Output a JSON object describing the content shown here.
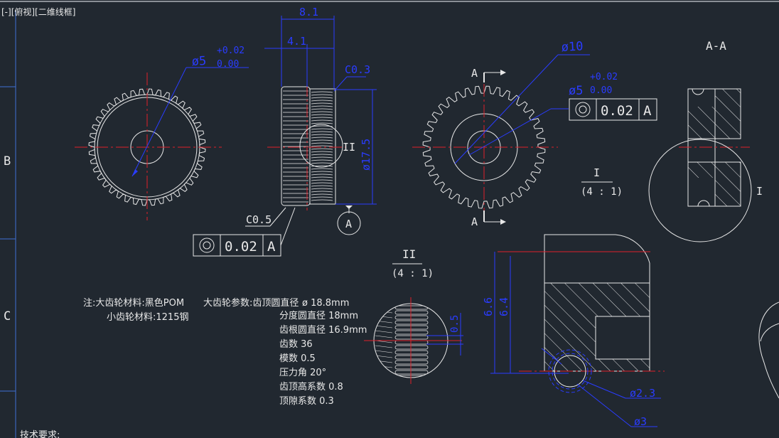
{
  "viewport_label": "[-][俯视][二维线框]",
  "frame": {
    "row_labels": [
      "B",
      "C"
    ]
  },
  "colors": {
    "background": "#212830",
    "outline": "#e8e8e8",
    "dimension": "#2a3cff",
    "centerline": "#e0202a",
    "hatch": "#e8e8e8",
    "frame": "#3e6fd6"
  },
  "gear_side": {
    "bore_dim": "ø5",
    "tol_upper": "+0.02",
    "tol_lower": "0.00",
    "width_total": "8.1",
    "width_teeth": "4.1",
    "chamfer_right": "C0.3",
    "diameter": "ø17.5",
    "chamfer_left": "C0.5",
    "detail_mark": "II",
    "datum": "A"
  },
  "tolerance_frames": [
    {
      "symbol": "concentricity",
      "value": "0.02",
      "datum": "A"
    },
    {
      "symbol": "concentricity",
      "value": "0.02",
      "datum": "A"
    }
  ],
  "gear_front": {
    "hub_dim": "ø10",
    "bore_dim": "ø5",
    "tol_upper": "+0.02",
    "tol_lower": "0.00",
    "section_mark": "A"
  },
  "section": {
    "title": "A-A",
    "detail_mark": "I"
  },
  "detail_I": {
    "title": "I",
    "scale": "(4 : 1)",
    "dim_height_outer": "6.6",
    "dim_height_inner": "6.4",
    "dim_dia_1": "ø2.3",
    "dim_dia_2": "ø3"
  },
  "detail_II": {
    "title": "II",
    "scale": "(4 : 1)",
    "dim_pitch": "0.5"
  },
  "notes": {
    "line1": "注:大齿轮材料:黑色POM",
    "line2": "小齿轮材料:1215钢",
    "param_title": "大齿轮参数:齿顶圆直径",
    "param_title_value": "ø 18.8mm",
    "params": [
      "分度圆直径 18mm",
      "齿根圆直径 16.9mm",
      "齿数 36",
      "模数 0.5",
      "压力角 20°",
      "齿顶高系数 0.8",
      "顶隙系数 0.3"
    ],
    "tech_req": "技术要求:"
  }
}
